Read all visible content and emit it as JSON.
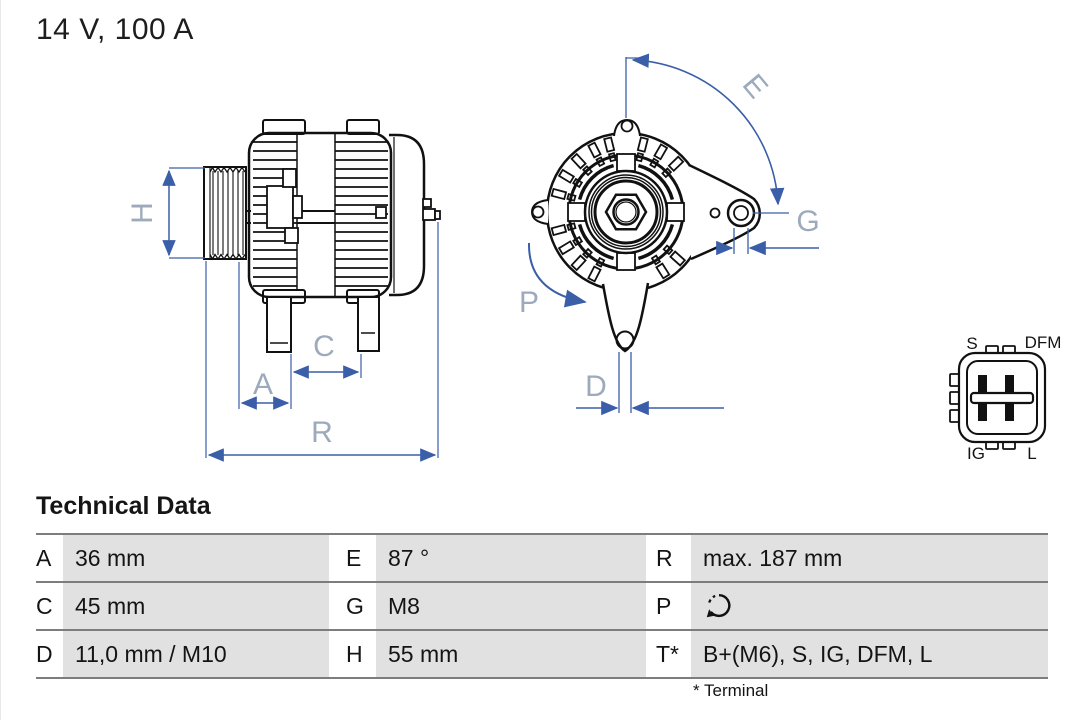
{
  "header": {
    "title": "14 V, 100 A"
  },
  "drawing": {
    "dim_labels": {
      "H": "H",
      "A": "A",
      "C": "C",
      "R": "R",
      "E": "E",
      "G": "G",
      "P": "P",
      "D": "D"
    },
    "colors": {
      "dim_line": "#3b5ea9",
      "dim_label": "#9daabc",
      "ink": "#111111"
    }
  },
  "connector": {
    "labels": {
      "top_left": "S",
      "top_right": "DFM",
      "bottom_left": "IG",
      "bottom_right": "L"
    }
  },
  "table": {
    "heading": "Technical Data",
    "note": "* Terminal",
    "rows": [
      [
        {
          "key": "A",
          "value": "36 mm"
        },
        {
          "key": "E",
          "value": "87 °"
        },
        {
          "key": "R",
          "value": "max. 187 mm"
        }
      ],
      [
        {
          "key": "C",
          "value": "45 mm"
        },
        {
          "key": "G",
          "value": "M8"
        },
        {
          "key": "P",
          "value": "",
          "icon": "rotation-direction"
        }
      ],
      [
        {
          "key": "D",
          "value": "11,0 mm / M10"
        },
        {
          "key": "H",
          "value": "55 mm"
        },
        {
          "key": "T*",
          "value": "B+(M6), S, IG, DFM, L"
        }
      ]
    ]
  }
}
